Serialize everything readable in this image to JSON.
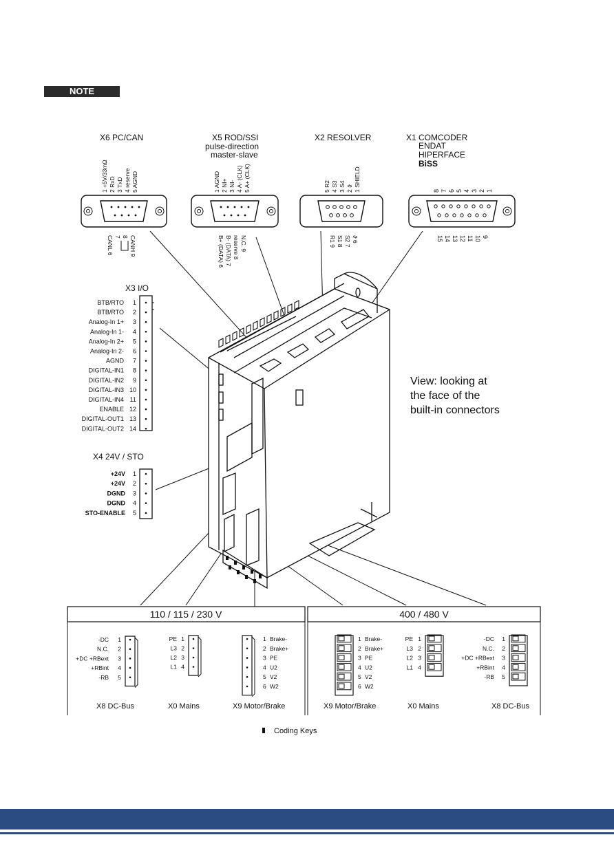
{
  "note_label": "NOTE",
  "view_text": [
    "View: looking at",
    "the face of the",
    "built-in connectors"
  ],
  "coding_keys": "Coding Keys",
  "x6": {
    "title": "X6 PC/CAN",
    "top_pins": [
      "1 +5V/33mΩ",
      "2 RxD",
      "3 TxD",
      "4 reserve",
      "5 AGND"
    ],
    "bottom_pins": [
      "CANL 6",
      "7",
      "8",
      "CANH 9"
    ]
  },
  "x5": {
    "title": "X5 ROD/SSI",
    "subtitle1": "pulse-direction",
    "subtitle2": "master-slave",
    "top_pins": [
      "1 AGND",
      "2 NI+",
      "3 NI-",
      "4 A- (CLK)",
      "5 A+ (CLK)"
    ],
    "bottom_pins": [
      "B+ (DATA) 6",
      "B- (DATA) 7",
      "reserve 8",
      "N.C. 9"
    ]
  },
  "x2": {
    "title": "X2 RESOLVER",
    "top_pins": [
      "5 R2",
      "4 S3",
      "3 S4",
      "2 ϑ",
      "1 SHIELD"
    ],
    "bottom_pins": [
      "R1 9",
      "S1 8",
      "S2 7",
      "ϑ 6"
    ]
  },
  "x1": {
    "title_lines": [
      "X1 COMCODER",
      "ENDAT",
      "HIPERFACE",
      "BiSS"
    ],
    "top_pins": [
      "8",
      "7",
      "6",
      "5",
      "4",
      "3",
      "2",
      "1"
    ],
    "bottom_pins": [
      "15",
      "14",
      "13",
      "12",
      "11",
      "10",
      "9"
    ]
  },
  "x3": {
    "title": "X3 I/O",
    "labels": [
      "BTB/RTO",
      "BTB/RTO",
      "Analog-In 1+",
      "Analog-In 1-",
      "Analog-In 2+",
      "Analog-In 2-",
      "AGND",
      "DIGITAL-IN1",
      "DIGITAL-IN2",
      "DIGITAL-IN3",
      "DIGITAL-IN4",
      "ENABLE",
      "DIGITAL-OUT1",
      "DIGITAL-OUT2"
    ],
    "numbers": [
      "1",
      "2",
      "3",
      "4",
      "5",
      "6",
      "7",
      "8",
      "9",
      "10",
      "11",
      "12",
      "13",
      "14"
    ]
  },
  "x4": {
    "title": "X4 24V / STO",
    "labels": [
      "+24V",
      "+24V",
      "DGND",
      "DGND",
      "STO-ENABLE"
    ],
    "numbers": [
      "1",
      "2",
      "3",
      "4",
      "5"
    ]
  },
  "low_voltage": {
    "header": "110 / 115 / 230 V",
    "x8": {
      "labels": [
        "-DC",
        "N.C.",
        "+DC +RBext",
        "+RBint",
        "-RB"
      ],
      "numbers": [
        "1",
        "2",
        "3",
        "4",
        "5"
      ],
      "caption": "X8 DC-Bus"
    },
    "x0": {
      "labels": [
        "PE",
        "L3",
        "L2",
        "L1"
      ],
      "numbers": [
        "1",
        "2",
        "3",
        "4"
      ],
      "caption": "X0 Mains"
    },
    "x9": {
      "labels": [
        "Brake-",
        "Brake+",
        "PE",
        "U2",
        "V2",
        "W2"
      ],
      "numbers": [
        "1",
        "2",
        "3",
        "4",
        "5",
        "6"
      ],
      "caption": "X9 Motor/Brake"
    }
  },
  "high_voltage": {
    "header": "400 / 480 V",
    "x9": {
      "labels": [
        "Brake-",
        "Brake+",
        "PE",
        "U2",
        "V2",
        "W2"
      ],
      "numbers": [
        "1",
        "2",
        "3",
        "4",
        "5",
        "6"
      ],
      "caption": "X9 Motor/Brake"
    },
    "x0": {
      "labels": [
        "PE",
        "L3",
        "L2",
        "L1"
      ],
      "numbers": [
        "1",
        "2",
        "3",
        "4"
      ],
      "caption": "X0 Mains"
    },
    "x8": {
      "labels": [
        "-DC",
        "N.C.",
        "+DC +RBext",
        "+RBint",
        "-RB"
      ],
      "numbers": [
        "1",
        "2",
        "3",
        "4",
        "5"
      ],
      "caption": "X8 DC-Bus"
    }
  }
}
